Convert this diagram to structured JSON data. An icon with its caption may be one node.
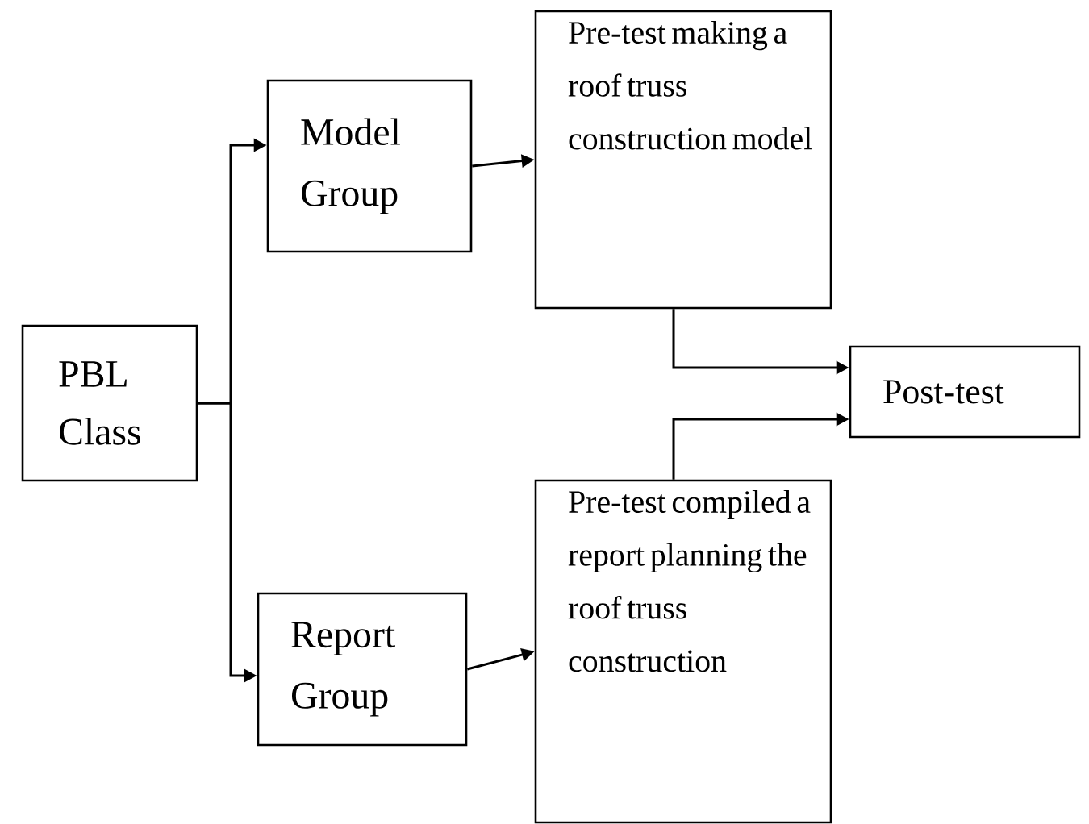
{
  "diagram": {
    "nodes": [
      {
        "text": [
          "PBL Class"
        ]
      },
      {
        "text": [
          "Model Group"
        ]
      },
      {
        "text": [
          "Report Group"
        ]
      },
      {
        "text": [
          "Pre-test making a roof truss construction model"
        ]
      },
      {
        "text": [
          "Pre-test compiled a report planning the roof truss construction"
        ]
      },
      {
        "text": [
          "Post-test"
        ]
      }
    ],
    "edges": [
      {
        "from": 0,
        "to": 1,
        "arrow": "to"
      },
      {
        "from": 0,
        "to": 2,
        "arrow": "to"
      },
      {
        "from": 1,
        "to": 3,
        "arrow": "to"
      },
      {
        "from": 2,
        "to": 4,
        "arrow": "to"
      },
      {
        "from": 3,
        "to": 5,
        "arrow": "to"
      },
      {
        "from": 4,
        "to": 5,
        "arrow": "to"
      }
    ]
  }
}
